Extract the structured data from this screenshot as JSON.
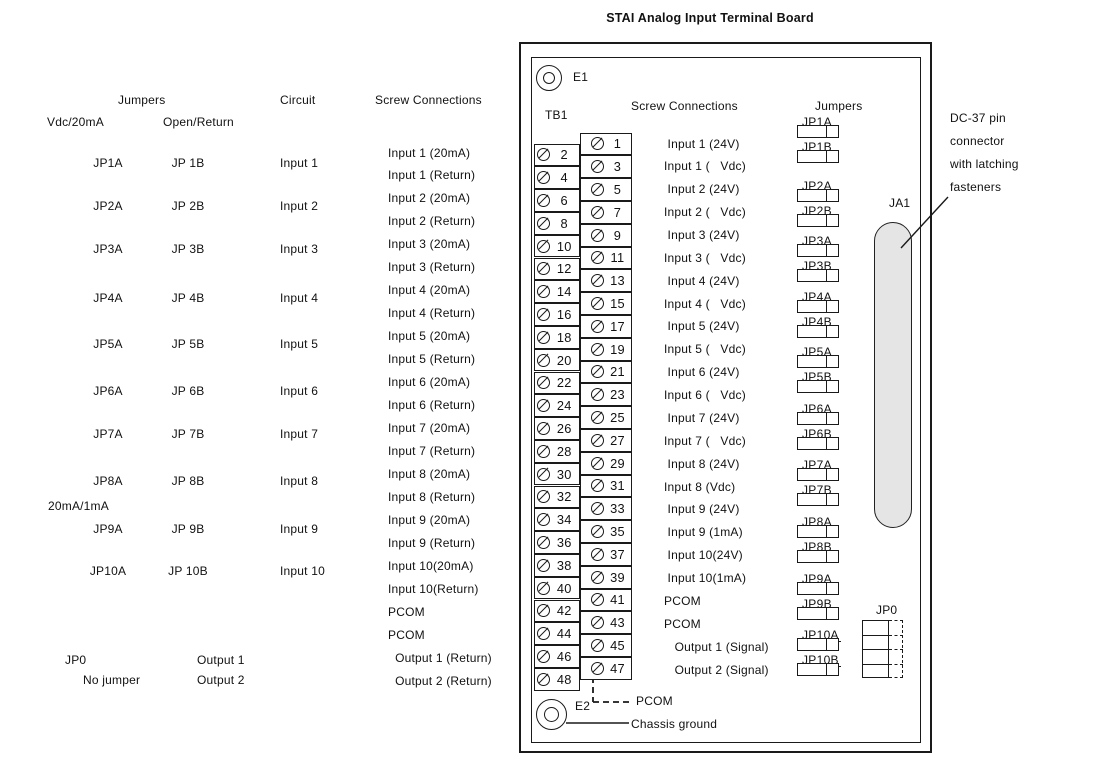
{
  "title": "STAI Analog Input Terminal Board",
  "left_table": {
    "jumpers_header": "Jumpers",
    "col_a_header": "Vdc/20mA",
    "col_b_header": "Open/Return",
    "circuit_header": "Circuit",
    "screw_header": "Screw Connections",
    "jumper_rows": [
      {
        "a": "JP1A",
        "b": "JP 1B",
        "circuit": "Input 1"
      },
      {
        "a": "JP2A",
        "b": "JP 2B",
        "circuit": "Input 2"
      },
      {
        "a": "JP3A",
        "b": "JP 3B",
        "circuit": "Input 3"
      },
      {
        "a": "JP4A",
        "b": "JP 4B",
        "circuit": "Input 4"
      },
      {
        "a": "JP5A",
        "b": "JP 5B",
        "circuit": "Input 5"
      },
      {
        "a": "JP6A",
        "b": "JP 6B",
        "circuit": "Input 6"
      },
      {
        "a": "JP7A",
        "b": "JP 7B",
        "circuit": "Input 7"
      },
      {
        "a": "JP8A",
        "b": "JP 8B",
        "circuit": "Input 8"
      },
      {
        "a": "JP9A",
        "b": "JP 9B",
        "circuit": "Input 9"
      },
      {
        "a": "JP10A",
        "b": "JP 10B",
        "circuit": "Input 10"
      }
    ],
    "range_note": "20mA/1mA",
    "output_rows": [
      {
        "jumper": "JP0",
        "circuit": "Output 1"
      },
      {
        "jumper": "No jumper",
        "circuit": "Output 2"
      }
    ],
    "screw_list": [
      "Input 1 (20mA)",
      "Input 1 (Return)",
      "Input 2 (20mA)",
      "Input 2 (Return)",
      "Input 3 (20mA)",
      "Input 3 (Return)",
      "Input 4 (20mA)",
      "Input 4 (Return)",
      "Input 5 (20mA)",
      "Input 5 (Return)",
      "Input 6 (20mA)",
      "Input 6 (Return)",
      "Input 7 (20mA)",
      "Input 7 (Return)",
      "Input 8 (20mA)",
      "Input 8 (Return)",
      "Input 9 (20mA)",
      "Input 9 (Return)",
      "Input 10(20mA)",
      "Input 10(Return)",
      "PCOM",
      "PCOM",
      "  Output 1 (Return)",
      "  Output 2 (Return)"
    ]
  },
  "board": {
    "e1_label": "E1",
    "e2_label": "E2",
    "tb1_label": "TB1",
    "screw_header": "Screw Connections",
    "jumpers_header": "Jumpers",
    "even_terminals": [
      2,
      4,
      6,
      8,
      10,
      12,
      14,
      16,
      18,
      20,
      22,
      24,
      26,
      28,
      30,
      32,
      34,
      36,
      38,
      40,
      42,
      44,
      46,
      48
    ],
    "odd_terminals": [
      1,
      3,
      5,
      7,
      9,
      11,
      13,
      15,
      17,
      19,
      21,
      23,
      25,
      27,
      29,
      31,
      33,
      35,
      37,
      39,
      41,
      43,
      45,
      47
    ],
    "screw_list": [
      " Input 1 (24V)",
      "Input 1 (   Vdc)",
      " Input 2 (24V)",
      "Input 2 (   Vdc)",
      " Input 3 (24V)",
      "Input 3 (   Vdc)",
      " Input 4 (24V)",
      "Input 4 (   Vdc)",
      " Input 5 (24V)",
      "Input 5 (   Vdc)",
      " Input 6 (24V)",
      "Input 6 (   Vdc)",
      " Input 7 (24V)",
      "Input 7 (   Vdc)",
      " Input 8 (24V)",
      "Input 8 (Vdc)",
      " Input 9 (24V)",
      " Input 9 (1mA)",
      " Input 10(24V)",
      " Input 10(1mA)",
      "PCOM",
      "PCOM",
      "   Output 1 (Signal)",
      "   Output 2 (Signal)"
    ],
    "jumper_pairs": [
      {
        "a": "JP1A",
        "b": "JP1B"
      },
      {
        "a": "JP2A",
        "b": "JP2B"
      },
      {
        "a": "JP3A",
        "b": "JP3B"
      },
      {
        "a": "JP4A",
        "b": "JP4B"
      },
      {
        "a": "JP5A",
        "b": "JP5B"
      },
      {
        "a": "JP6A",
        "b": "JP6B"
      },
      {
        "a": "JP7A",
        "b": "JP7B"
      },
      {
        "a": "JP8A",
        "b": "JP8B"
      },
      {
        "a": "JP9A",
        "b": "JP9B"
      },
      {
        "a": "JP10A",
        "b": "JP10B"
      }
    ],
    "jp0_label": "JP0",
    "ja1_label": "JA1",
    "pcom_trace_label": "PCOM",
    "chassis_ground_label": "Chassis ground"
  },
  "annotation": {
    "lines": [
      "DC-37 pin",
      "connector",
      "with latching",
      "fasteners"
    ]
  }
}
